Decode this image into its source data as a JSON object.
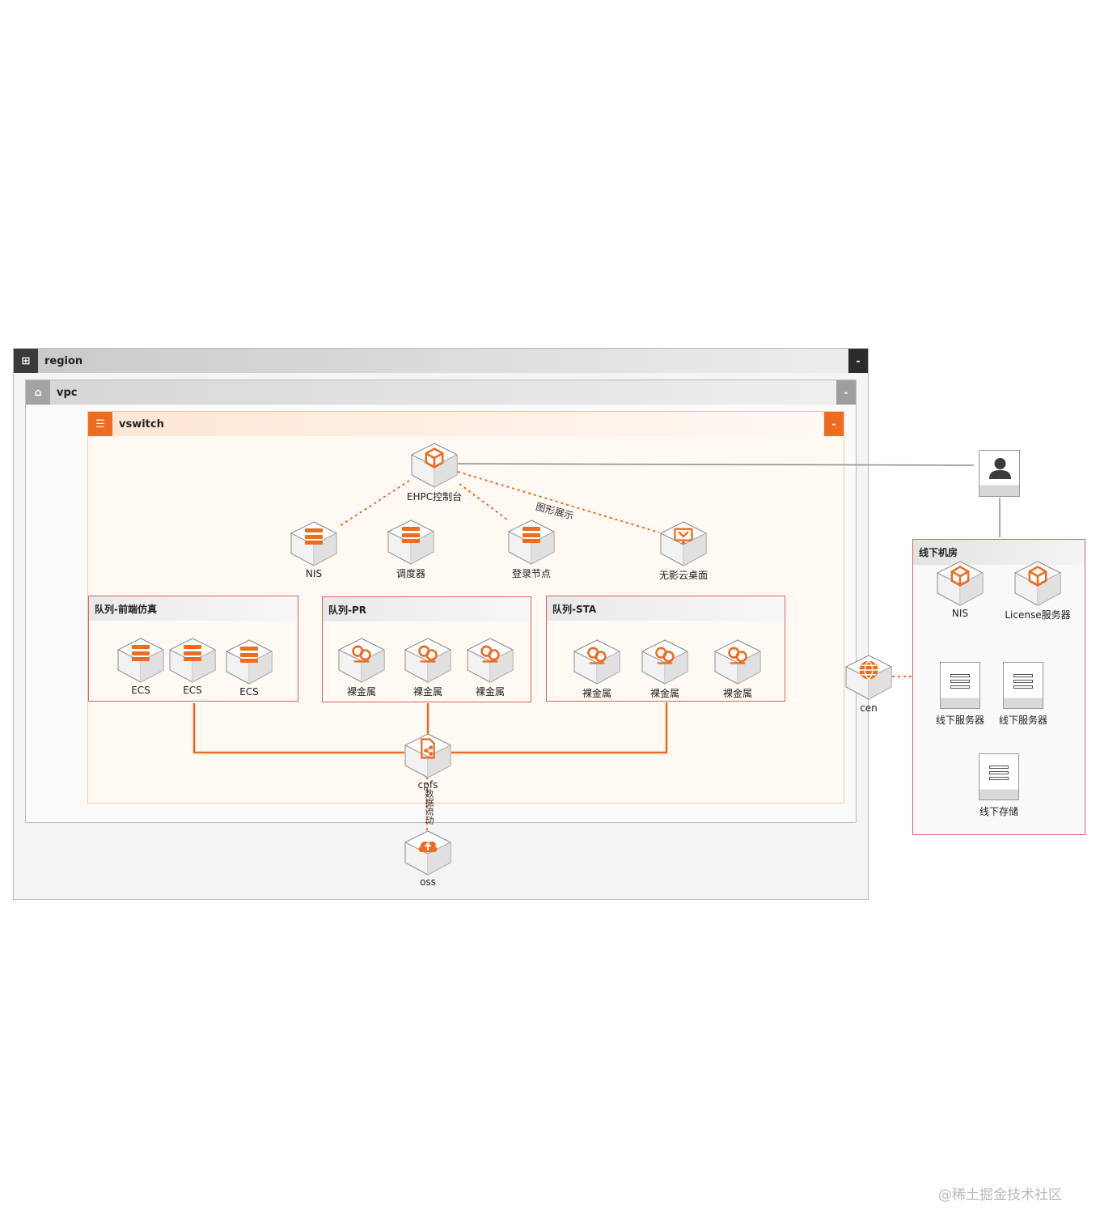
{
  "groups": {
    "region": {
      "title": "region",
      "collapse": "-"
    },
    "vpc": {
      "title": "vpc",
      "collapse": "-"
    },
    "vswitch": {
      "title": "vswitch",
      "collapse": "-"
    },
    "queue_frontend": {
      "title": "队列-前端仿真"
    },
    "queue_pr": {
      "title": "队列-PR"
    },
    "queue_sta": {
      "title": "队列-STA"
    },
    "onprem": {
      "title": "线下机房"
    }
  },
  "nodes": {
    "ehpc": {
      "label": "EHPC控制台",
      "icon": "cube-icon"
    },
    "nis": {
      "label": "NIS",
      "icon": "server-stack-icon"
    },
    "scheduler": {
      "label": "调度器",
      "icon": "server-stack-icon"
    },
    "login": {
      "label": "登录节点",
      "icon": "server-stack-icon"
    },
    "desktop": {
      "label": "无影云桌面",
      "icon": "cloud-desktop-icon"
    },
    "ecs_1": {
      "label": "ECS",
      "icon": "server-stack-icon"
    },
    "ecs_2": {
      "label": "ECS",
      "icon": "server-stack-icon"
    },
    "ecs_3": {
      "label": "ECS",
      "icon": "server-stack-icon"
    },
    "pr_1": {
      "label": "裸金属",
      "icon": "bare-metal-icon"
    },
    "pr_2": {
      "label": "裸金属",
      "icon": "bare-metal-icon"
    },
    "pr_3": {
      "label": "裸金属",
      "icon": "bare-metal-icon"
    },
    "sta_1": {
      "label": "裸金属",
      "icon": "bare-metal-icon"
    },
    "sta_2": {
      "label": "裸金属",
      "icon": "bare-metal-icon"
    },
    "sta_3": {
      "label": "裸金属",
      "icon": "bare-metal-icon"
    },
    "cpfs": {
      "label": "cpfs",
      "icon": "file-share-icon"
    },
    "oss": {
      "label": "oss",
      "icon": "cloud-storage-icon"
    },
    "cen": {
      "label": "cen",
      "icon": "globe-icon"
    },
    "onprem_nis": {
      "label": "NIS",
      "icon": "cube-icon"
    },
    "license": {
      "label": "License服务器",
      "icon": "cube-icon"
    },
    "offline_server_1": {
      "label": "线下服务器",
      "icon": "rack-server-icon"
    },
    "offline_server_2": {
      "label": "线下服务器",
      "icon": "rack-server-icon"
    },
    "offline_storage": {
      "label": "线下存储",
      "icon": "rack-server-icon"
    },
    "user": {
      "icon": "user-icon"
    }
  },
  "edges": {
    "graphics_display": "图形展示",
    "data_flow": "数据流动"
  },
  "colors": {
    "accent": "#ef6b1f",
    "queue_border": "#e06060",
    "dark_header": "#3a3a3a",
    "link_gray": "#8a8a8a"
  },
  "watermark": "@稀土掘金技术社区"
}
